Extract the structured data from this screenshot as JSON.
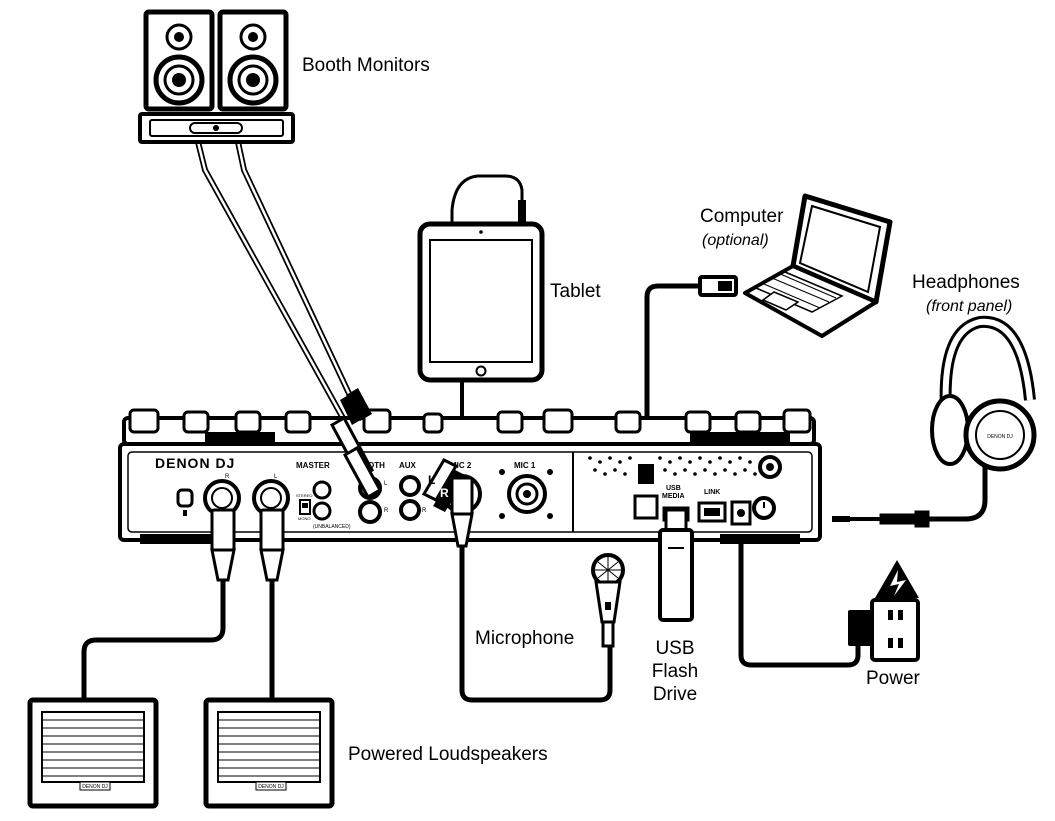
{
  "labels": {
    "booth_monitors": "Booth Monitors",
    "tablet": "Tablet",
    "computer": "Computer",
    "computer_note": "(optional)",
    "headphones": "Headphones",
    "headphones_note": "(front panel)",
    "microphone": "Microphone",
    "usb_line1": "USB",
    "usb_line2": "Flash",
    "usb_line3": "Drive",
    "power": "Power",
    "powered_loudspeakers": "Powered Loudspeakers"
  },
  "panel": {
    "brand": "DENON DJ",
    "master": "MASTER",
    "booth": "BOOTH",
    "aux": "AUX",
    "mic2": "MIC 2",
    "mic1": "MIC 1",
    "usb_media_1": "USB",
    "usb_media_2": "MEDIA",
    "link": "LINK",
    "unbalanced": "(UNBALANCED)",
    "stereo": "STEREO",
    "mono": "MONO",
    "left": "L",
    "right": "R"
  },
  "speaker_brand": "DENON DJ",
  "colors": {
    "line": "#000000",
    "fill": "#ffffff",
    "shade": "#e8e8e8"
  }
}
